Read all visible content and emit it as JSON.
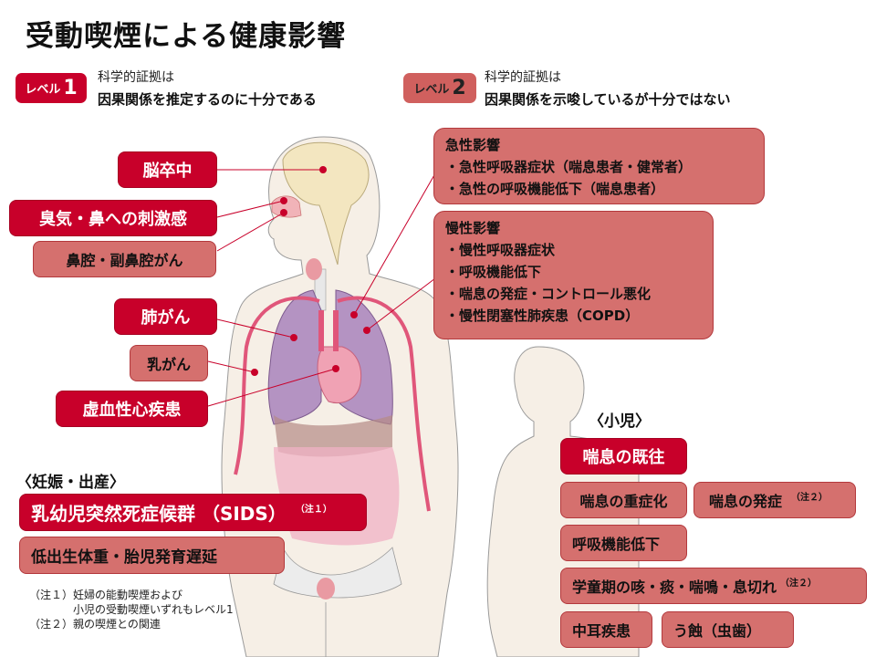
{
  "title": "受動喫煙による健康影響",
  "legend": {
    "level1": {
      "badge_prefix": "レベル",
      "badge_number": "1",
      "line1": "科学的証拠は",
      "line2": "因果関係を推定するのに十分である",
      "color": "#c8002a"
    },
    "level2": {
      "badge_prefix": "レベル",
      "badge_number": "2",
      "line1": "科学的証拠は",
      "line2": "因果関係を示唆しているが十分ではない",
      "color": "#d5706e"
    }
  },
  "adult_left": [
    {
      "label": "脳卒中",
      "level": 1
    },
    {
      "label": "臭気・鼻への刺激感",
      "level": 1
    },
    {
      "label": "鼻腔・副鼻腔がん",
      "level": 2
    },
    {
      "label": "肺がん",
      "level": 1
    },
    {
      "label": "乳がん",
      "level": 2
    },
    {
      "label": "虚血性心疾患",
      "level": 1
    }
  ],
  "adult_right": {
    "acute": {
      "heading": "急性影響",
      "items": [
        "・急性呼吸器症状（喘息患者・健常者）",
        "・急性の呼吸機能低下（喘息患者）"
      ],
      "level": 2
    },
    "chronic": {
      "heading": "慢性影響",
      "items": [
        "・慢性呼吸器症状",
        "・呼吸機能低下",
        "・喘息の発症・コントロール悪化",
        "・慢性閉塞性肺疾患（COPD）"
      ],
      "level": 2
    }
  },
  "pregnancy": {
    "heading": "〈妊娠・出産〉",
    "items": [
      {
        "label": "乳幼児突然死症候群 （SIDS）",
        "note": "（注１）",
        "level": 1
      },
      {
        "label": "低出生体重・胎児発育遅延",
        "level": 2
      }
    ]
  },
  "child": {
    "heading": "〈小児〉",
    "items": [
      {
        "label": "喘息の既往",
        "level": 1
      },
      {
        "label": "喘息の重症化",
        "level": 2
      },
      {
        "label": "喘息の発症",
        "note": "（注２）",
        "level": 2
      },
      {
        "label": "呼吸機能低下",
        "level": 2
      },
      {
        "label": "学童期の咳・痰・喘鳴・息切れ",
        "note": "（注２）",
        "level": 2
      },
      {
        "label": "中耳疾患",
        "level": 2
      },
      {
        "label": "う蝕（虫歯）",
        "level": 2
      }
    ]
  },
  "notes": [
    "（注１）妊婦の能動喫煙および",
    "　　　　小児の受動喫煙いずれもレベル1",
    "（注２）親の喫煙との関連"
  ]
}
